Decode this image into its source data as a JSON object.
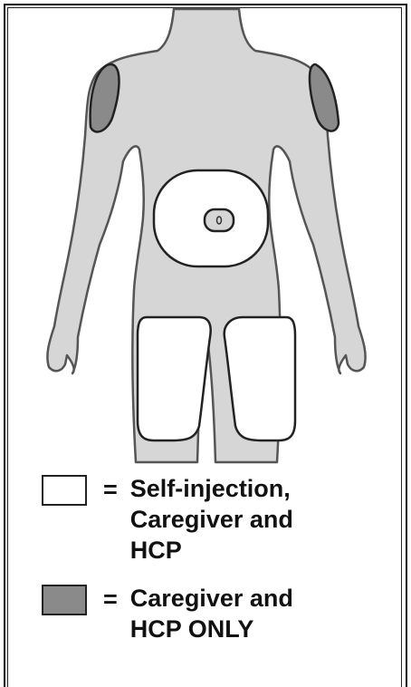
{
  "legend": {
    "self": {
      "equals": "=",
      "lines": [
        "Self-injection,",
        "Caregiver and",
        "HCP"
      ]
    },
    "caregiver": {
      "equals": "=",
      "lines": [
        "Caregiver and",
        "HCP ONLY"
      ]
    }
  },
  "colors": {
    "body_fill": "#d6d6d6",
    "body_stroke": "#555555",
    "zone_white": "#ffffff",
    "zone_gray": "#8a8a8a"
  }
}
